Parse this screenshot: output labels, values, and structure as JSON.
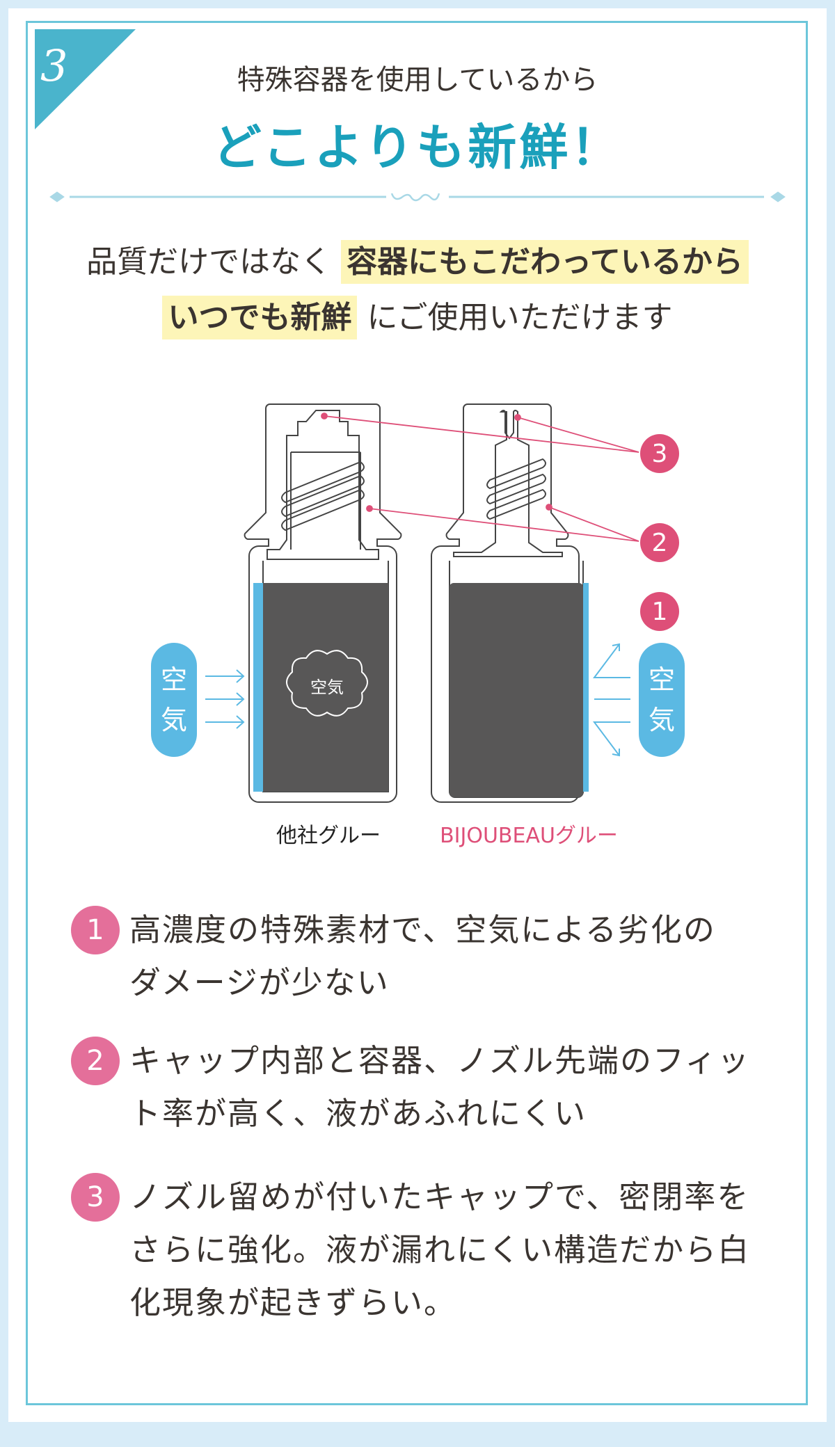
{
  "section": {
    "number": "3",
    "subtitle": "特殊容器を使用しているから",
    "title": "どこよりも新鮮！"
  },
  "lead": {
    "line1_plain": "品質だけではなく",
    "line1_highlight": "容器にもこだわっているから",
    "line2_highlight": "いつでも新鮮",
    "line2_plain": "にご使用いただけます"
  },
  "diagram": {
    "air_label": "空気",
    "air_pill_left": [
      "空",
      "気"
    ],
    "air_pill_right": [
      "空",
      "気"
    ],
    "cloud_label": "空気",
    "left_bottle_label": "他社グルー",
    "right_bottle_label": "BIJOUBEAUグルー",
    "callouts": [
      "3",
      "2",
      "1"
    ]
  },
  "features": [
    {
      "number": "1",
      "lines": [
        "高濃度の特殊素材で、空気による劣化の",
        "ダメージが少ない"
      ]
    },
    {
      "number": "2",
      "lines": [
        "キャップ内部と容器、ノズル先端のフィッ",
        "ト率が高く、液があふれにくい"
      ]
    },
    {
      "number": "3",
      "lines": [
        "ノズル留めが付いたキャップで、密閉率を",
        "さらに強化。液が漏れにくい構造だから白",
        "化現象が起きずらい。"
      ]
    }
  ],
  "colors": {
    "accent": "#1aa0bb",
    "frame": "#6cc6da",
    "highlight": "#fdf5b8",
    "pink": "#de4f78",
    "air": "#5bb9e3",
    "liquid": "#585757"
  }
}
